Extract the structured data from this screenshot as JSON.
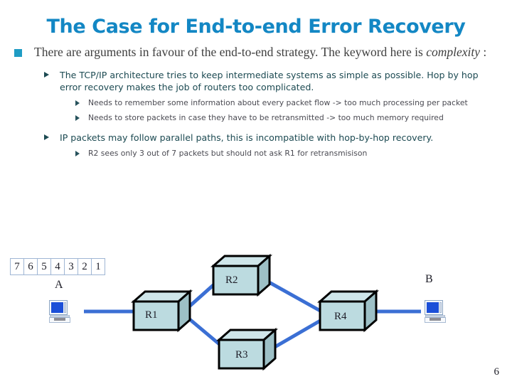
{
  "slide": {
    "title": "The Case for End-to-end Error Recovery",
    "page_number": "6"
  },
  "colors": {
    "title": "#1387c4",
    "bullet_level1": "#1f9cc4",
    "bullet_level2": "#1c4a52",
    "body_text": "#3f3f3f",
    "link_line": "#3b6fd4",
    "router_front": "#bcdbe0",
    "router_top": "#cfe6ea",
    "router_side": "#9dc0c6",
    "pc_screen": "#1b4fd8"
  },
  "content": {
    "level1": {
      "text_before_italic": "There are arguments in favour of the end-to-end strategy. The keyword here is ",
      "italic_word": "complexity",
      "text_after_italic": " :"
    },
    "bullets": [
      {
        "level": 2,
        "text": "The TCP/IP architecture tries to keep intermediate systems as simple as possible. Hop by hop error recovery makes the job of routers too complicated."
      },
      {
        "level": 3,
        "text": "Needs to remember some information about every packet flow -> too much processing per packet"
      },
      {
        "level": 3,
        "text": "Needs to store packets in case they have to be retransmitted -> too much memory required"
      },
      {
        "level": 2,
        "text": "IP packets may follow parallel paths, this is incompatible with hop-by-hop recovery."
      },
      {
        "level": 3,
        "text": "R2 sees only 3 out of 7 packets but should not ask R1 for retransmisison"
      }
    ]
  },
  "diagram": {
    "packet_strip": {
      "cells": [
        "7",
        "6",
        "5",
        "4",
        "3",
        "2",
        "1"
      ]
    },
    "hosts": [
      {
        "id": "A",
        "label": "A"
      },
      {
        "id": "B",
        "label": "B"
      }
    ],
    "routers": [
      {
        "id": "R1",
        "label": "R1"
      },
      {
        "id": "R2",
        "label": "R2"
      },
      {
        "id": "R3",
        "label": "R3"
      },
      {
        "id": "R4",
        "label": "R4"
      }
    ],
    "links": [
      {
        "from": "A",
        "to": "R1"
      },
      {
        "from": "R1",
        "to": "R2"
      },
      {
        "from": "R1",
        "to": "R3"
      },
      {
        "from": "R2",
        "to": "R4"
      },
      {
        "from": "R3",
        "to": "R4"
      },
      {
        "from": "R4",
        "to": "B"
      }
    ]
  }
}
